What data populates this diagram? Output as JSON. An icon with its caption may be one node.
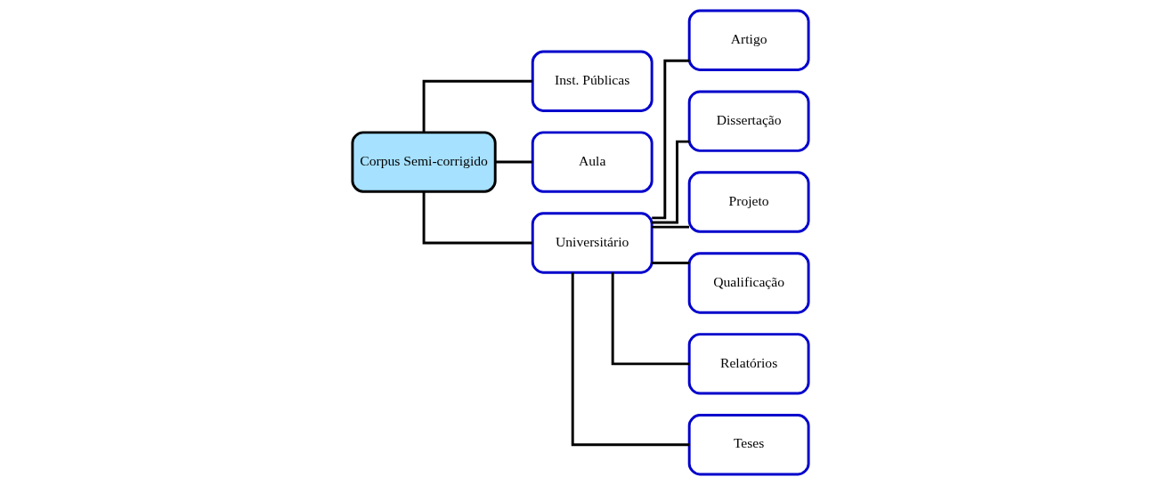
{
  "diagram": {
    "nodes": [
      {
        "text": [
          "Corpus Semi-corrigido"
        ]
      },
      {
        "text": [
          "Inst. Públicas"
        ]
      },
      {
        "text": [
          "Aula"
        ]
      },
      {
        "text": [
          "Universitário"
        ]
      },
      {
        "text": [
          "Artigo"
        ]
      },
      {
        "text": [
          "Dissertação"
        ]
      },
      {
        "text": [
          "Projeto"
        ]
      },
      {
        "text": [
          "Qualificação"
        ]
      },
      {
        "text": [
          "Relatórios"
        ]
      },
      {
        "text": [
          "Teses"
        ]
      }
    ],
    "edges": [
      {
        "from": 0,
        "to": 1,
        "arrow": "none"
      },
      {
        "from": 0,
        "to": 2,
        "arrow": "none"
      },
      {
        "from": 0,
        "to": 3,
        "arrow": "none"
      },
      {
        "from": 3,
        "to": 4,
        "arrow": "none"
      },
      {
        "from": 3,
        "to": 7,
        "arrow": "none"
      },
      {
        "from": 3,
        "to": 5,
        "arrow": "none"
      },
      {
        "from": 3,
        "to": 8,
        "arrow": "none"
      },
      {
        "from": 3,
        "to": 6,
        "arrow": "none"
      },
      {
        "from": 3,
        "to": 9,
        "arrow": "none"
      }
    ]
  }
}
